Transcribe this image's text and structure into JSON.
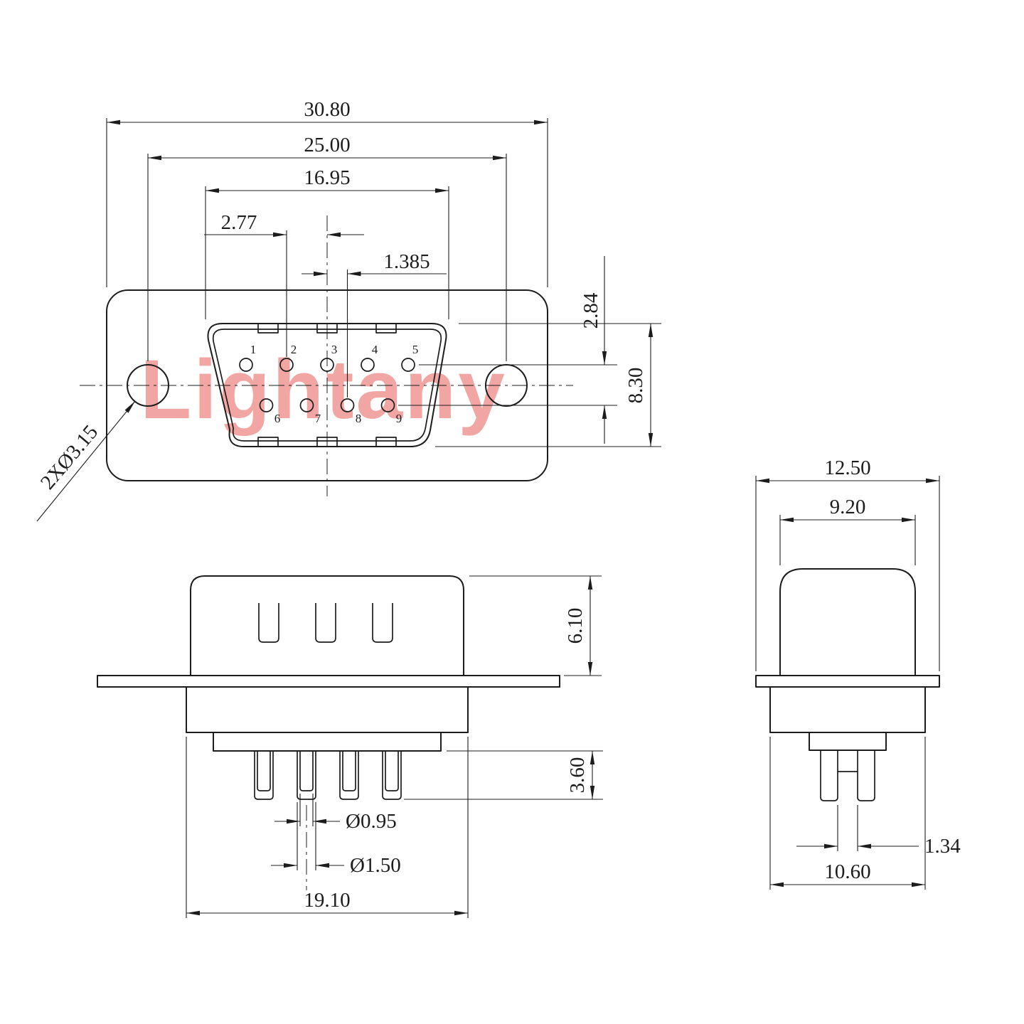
{
  "watermark": {
    "text": "Lightany",
    "color": "#EF8E8B"
  },
  "colors": {
    "line": "#1c1c1c"
  },
  "views": {
    "front": {
      "dims": {
        "overall_width": "30.80",
        "hole_spacing": "25.00",
        "shell_width": "16.95",
        "pin_pitch": "2.77",
        "row_offset": "1.385",
        "row_spacing": "2.84",
        "shell_height": "8.30",
        "hole_dia": "2XØ3.15"
      },
      "pins": [
        "1",
        "2",
        "3",
        "4",
        "5",
        "6",
        "7",
        "8",
        "9"
      ]
    },
    "side": {
      "dims": {
        "shell_depth": "6.10",
        "pin_length": "3.60",
        "bore_dia": "Ø0.95",
        "cup_dia": "Ø1.50",
        "insulator_width": "19.10"
      }
    },
    "end": {
      "dims": {
        "overall_depth": "12.50",
        "shell_depth": "9.20",
        "pin_gap": "1.34",
        "insulator_depth": "10.60"
      }
    }
  }
}
